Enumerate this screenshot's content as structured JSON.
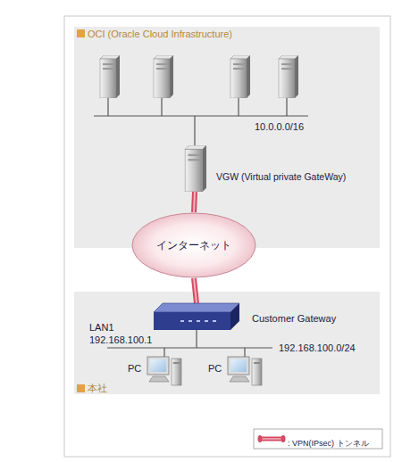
{
  "diagram": {
    "nodes": [
      {
        "text": [
          "OCI (Oracle Cloud Infrastructure)"
        ]
      },
      {
        "text": [
          "VGW (Virtual private GateWay)"
        ],
        "in": 0
      },
      {
        "text": [
          "インターネット"
        ]
      },
      {
        "text": [
          "本社"
        ]
      },
      {
        "text": [
          "Customer Gateway",
          "LAN1 192.168.100.1"
        ],
        "in": 3
      },
      {
        "text": [
          "PC"
        ],
        "in": 3
      },
      {
        "text": [
          "PC"
        ],
        "in": 3
      }
    ],
    "edges": [
      {
        "from": 1,
        "to": 2,
        "arrow": "none"
      },
      {
        "from": 2,
        "to": 4,
        "arrow": "none"
      }
    ],
    "labels": [
      "10.0.0.0/16",
      "192.168.100.0/24"
    ],
    "legend": [
      {
        "text": ": VPN(IPsec) トンネル"
      }
    ]
  }
}
